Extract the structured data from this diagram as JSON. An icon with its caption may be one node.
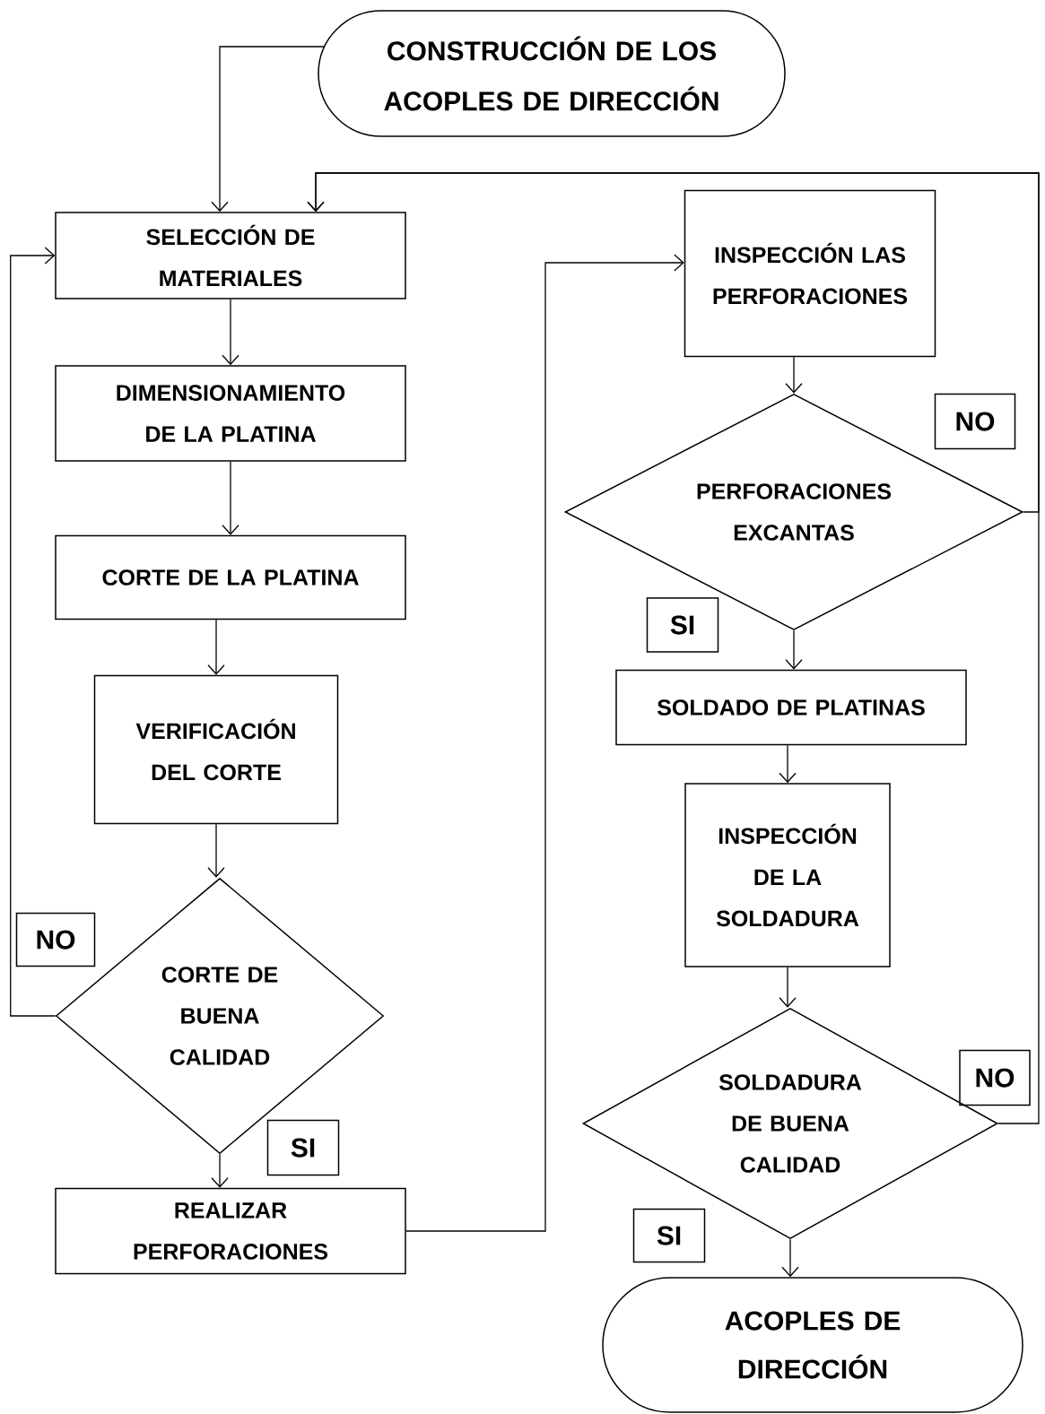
{
  "diagram": {
    "nodes": [
      {
        "text": [
          "CONSTRUCCIÓN DE LOS ACOPLES DE DIRECCIÓN"
        ]
      },
      {
        "text": [
          "SELECCIÓN DE MATERIALES"
        ]
      },
      {
        "text": [
          "DIMENSIONAMIENTO DE LA PLATINA"
        ]
      },
      {
        "text": [
          "CORTE DE LA PLATINA"
        ]
      },
      {
        "text": [
          "VERIFICACIÓN DEL CORTE"
        ]
      },
      {
        "text": [
          "CORTE DE BUENA CALIDAD"
        ]
      },
      {
        "text": [
          "NO"
        ]
      },
      {
        "text": [
          "SI"
        ]
      },
      {
        "text": [
          "REALIZAR PERFORACIONES"
        ]
      },
      {
        "text": [
          "INSPECCIÓN LAS PERFORACIONES"
        ]
      },
      {
        "text": [
          "NO"
        ]
      },
      {
        "text": [
          "PERFORACIONES EXCANTAS"
        ]
      },
      {
        "text": [
          "SI"
        ]
      },
      {
        "text": [
          "SOLDADO DE PLATINAS"
        ]
      },
      {
        "text": [
          "INSPECCIÓN DE LA SOLDADURA"
        ]
      },
      {
        "text": [
          "SOLDADURA DE BUENA CALIDAD"
        ]
      },
      {
        "text": [
          "NO"
        ]
      },
      {
        "text": [
          "SI"
        ]
      },
      {
        "text": [
          "ACOPLES DE DIRECCIÓN"
        ]
      }
    ],
    "edges": [
      {
        "from": 0,
        "to": 1,
        "arrow": "to"
      },
      {
        "from": 1,
        "to": 2,
        "arrow": "to"
      },
      {
        "from": 2,
        "to": 3,
        "arrow": "to"
      },
      {
        "from": 3,
        "to": 4,
        "arrow": "to"
      },
      {
        "from": 4,
        "to": 5,
        "arrow": "to"
      },
      {
        "from": 5,
        "to": 8,
        "arrow": "to"
      },
      {
        "from": 5,
        "to": 1,
        "arrow": "to"
      },
      {
        "from": 8,
        "to": 9,
        "arrow": "to"
      },
      {
        "from": 9,
        "to": 11,
        "arrow": "to"
      },
      {
        "from": 11,
        "to": 13,
        "arrow": "to"
      },
      {
        "from": 13,
        "to": 14,
        "arrow": "to"
      },
      {
        "from": 14,
        "to": 15,
        "arrow": "to"
      },
      {
        "from": 15,
        "to": 18,
        "arrow": "to"
      },
      {
        "from": 11,
        "to": 1,
        "arrow": "to"
      },
      {
        "from": 15,
        "to": 1,
        "arrow": "to"
      }
    ]
  }
}
